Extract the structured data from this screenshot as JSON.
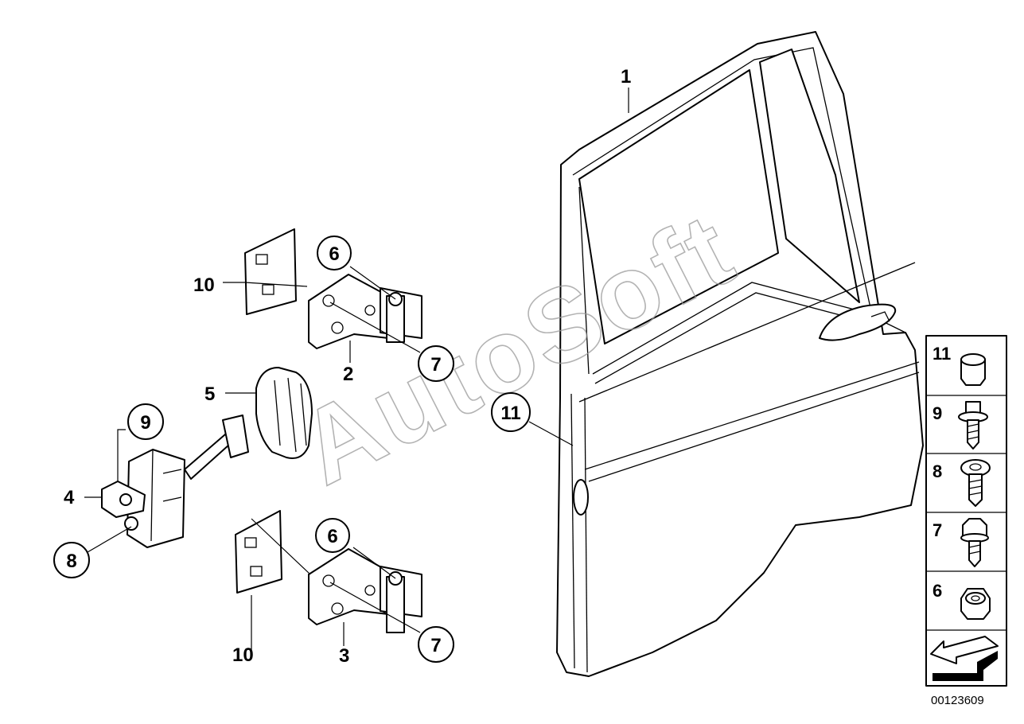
{
  "callouts": {
    "c1": "1",
    "c2": "2",
    "c3": "3",
    "c4": "4",
    "c5": "5",
    "c6a": "6",
    "c6b": "6",
    "c7a": "7",
    "c7b": "7",
    "c8": "8",
    "c9": "9",
    "c10a": "10",
    "c10b": "10",
    "c11": "11"
  },
  "side_panel": {
    "items": [
      {
        "num": "11",
        "icon": "cap-nut-icon"
      },
      {
        "num": "9",
        "icon": "torx-bolt-icon"
      },
      {
        "num": "8",
        "icon": "flange-bolt-icon"
      },
      {
        "num": "7",
        "icon": "hex-bolt-icon"
      },
      {
        "num": "6",
        "icon": "hex-nut-icon"
      }
    ],
    "nav_icon": "arrow-icon"
  },
  "watermark": "AutoSoft",
  "drawing_number": "00123609"
}
